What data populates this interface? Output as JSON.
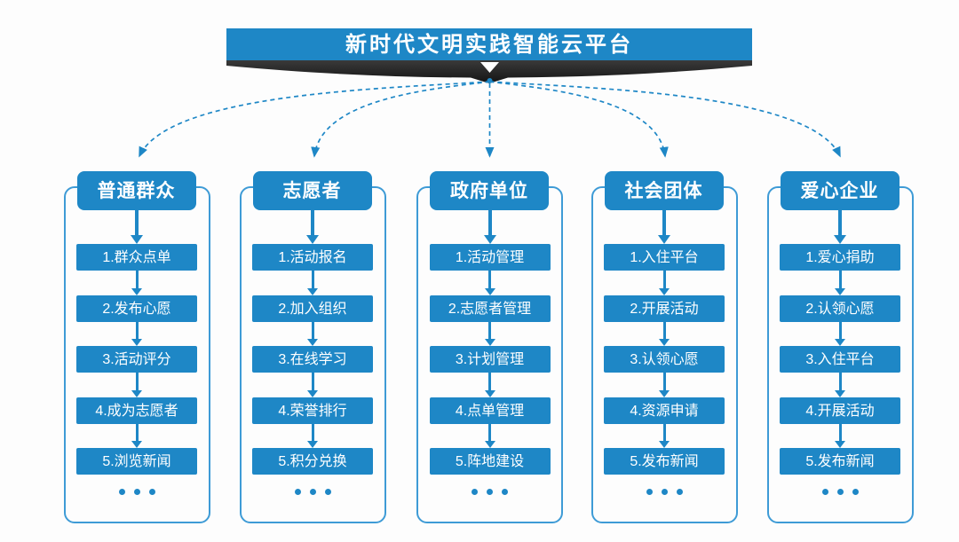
{
  "title": "新时代文明实践智能云平台",
  "icons": {
    "title_pointer": "down-triangle",
    "flow_arrow": "down-arrow",
    "more": "ellipsis-dots"
  },
  "colors": {
    "primary_blue": "#1e87c6",
    "outline_blue": "#3e9bd6",
    "banner_dark": "#262626",
    "text_on_blue": "#ffffff",
    "background": "#fdfdfd"
  },
  "groups": [
    {
      "title": "普通群众",
      "steps": [
        "1.群众点单",
        "2.发布心愿",
        "3.活动评分",
        "4.成为志愿者",
        "5.浏览新闻"
      ]
    },
    {
      "title": "志愿者",
      "steps": [
        "1.活动报名",
        "2.加入组织",
        "3.在线学习",
        "4.荣誉排行",
        "5.积分兑换"
      ]
    },
    {
      "title": "政府单位",
      "steps": [
        "1.活动管理",
        "2.志愿者管理",
        "3.计划管理",
        "4.点单管理",
        "5.阵地建设"
      ]
    },
    {
      "title": "社会团体",
      "steps": [
        "1.入住平台",
        "2.开展活动",
        "3.认领心愿",
        "4.资源申请",
        "5.发布新闻"
      ]
    },
    {
      "title": "爱心企业",
      "steps": [
        "1.爱心捐助",
        "2.认领心愿",
        "3.入住平台",
        "4.开展活动",
        "5.发布新闻"
      ]
    }
  ]
}
